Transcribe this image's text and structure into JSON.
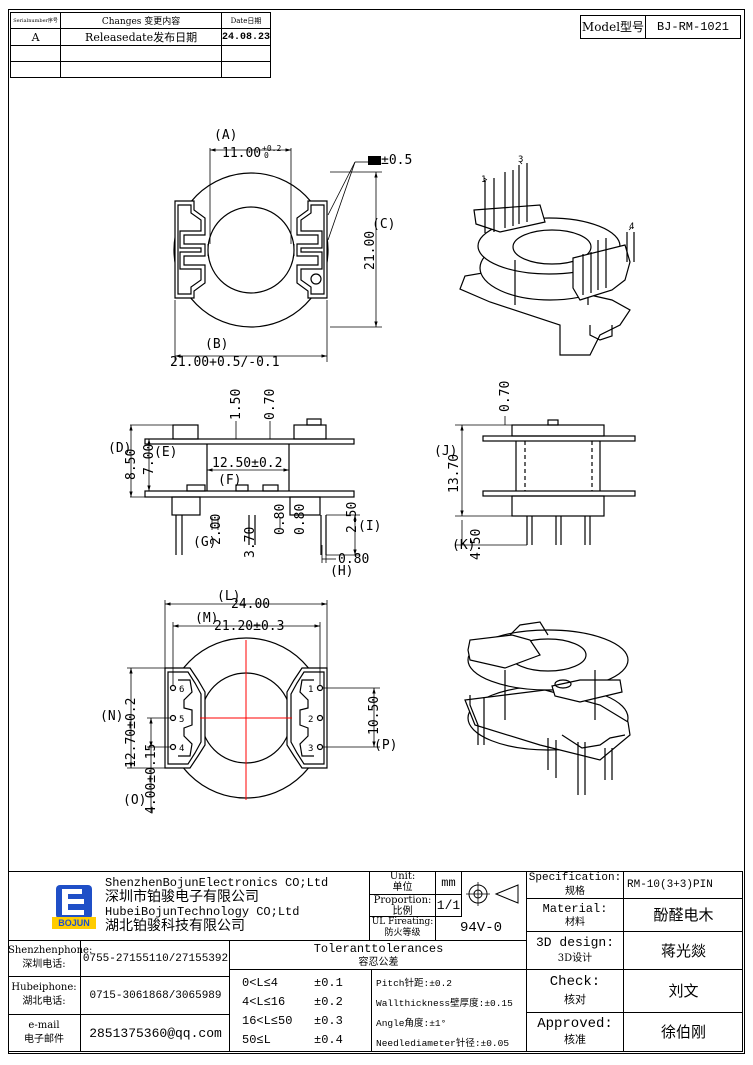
{
  "revision_table": {
    "headers": {
      "serial": "Serialnumber序号",
      "changes": "Changes 变更内容",
      "date": "Date日期"
    },
    "rows": [
      {
        "serial": "A",
        "changes": "Releasedate发布日期",
        "date": "24.08.23"
      }
    ]
  },
  "model": {
    "label": "Model型号",
    "value": "BJ-RM-1021"
  },
  "top_view": {
    "dim_a_label": "(A)",
    "dim_a_value": "11.00",
    "dim_a_tol_upper": "+0.2",
    "dim_a_tol_lower": "0",
    "dim_b_label": "(B)",
    "dim_b_value": "21.00+0.5/-0.1",
    "dim_c_label": "(C)",
    "dim_c_value": "21.00",
    "note_value": "±0.5"
  },
  "side_view": {
    "d_label": "(D)",
    "d_value": "8.50",
    "e_label": "(E)",
    "e_value": "7.00",
    "f_label": "(F)",
    "f_value": "12.50±0.2",
    "g_label": "(G)",
    "g_value": "2.00",
    "h_label": "(H)",
    "h_value": "0.80",
    "i_label": "(I)",
    "i_value": "2.50",
    "v150": "1.50",
    "v070": "0.70",
    "v370": "3.70",
    "v080": "0.80"
  },
  "end_view": {
    "j_label": "(J)",
    "j_value": "13.70",
    "k_label": "(K)",
    "k_value": "4.50",
    "top_value": "0.70"
  },
  "bottom_view": {
    "l_label": "(L)",
    "l_value": "24.00",
    "m_label": "(M)",
    "m_value": "21.20±0.3",
    "n_label": "(N)",
    "n_value": "12.70±0.2",
    "o_label": "(O)",
    "o_value": "4.00±0.15",
    "p_label": "(P)",
    "p_value": "10.50",
    "pins_left": [
      "6",
      "5",
      "4"
    ],
    "pins_right": [
      "1",
      "2",
      "3"
    ]
  },
  "iso_pins": [
    "1",
    "3",
    "4"
  ],
  "company": {
    "name_en": "ShenzhenBojunElectronics CO;Ltd",
    "name_cn": "深圳市铂骏电子有限公司",
    "name2_en": "HubeiBojunTechnology CO;Ltd",
    "name2_cn": "湖北铂骏科技有限公司",
    "logo_text": "BOJUN"
  },
  "unit": {
    "label": "Unit:",
    "label_cn": "单位",
    "value": "mm"
  },
  "proportion": {
    "label": "Proportion:",
    "label_cn": "比例",
    "value": "1/1"
  },
  "ul": {
    "label": "UL Fireating:",
    "label_cn": "防火等级",
    "value": "94V-0"
  },
  "specification": {
    "label": "Specification:",
    "label_cn": "规格",
    "value": "RM-10(3+3)PIN"
  },
  "material": {
    "label": "Material:",
    "label_cn": "材料",
    "value": "酚醛电木"
  },
  "design": {
    "label": "3D design:",
    "label_cn": "3D设计",
    "value": "蒋光燚"
  },
  "check": {
    "label": "Check:",
    "label_cn": "核对",
    "value": "刘文"
  },
  "approved": {
    "label": "Approved:",
    "label_cn": "核准",
    "value": "徐伯刚"
  },
  "contacts": [
    {
      "label": "Shenzhenphone:",
      "label_cn": "深圳电话:",
      "value": "0755-27155110/27155392"
    },
    {
      "label": "Hubeiphone:",
      "label_cn": "湖北电话:",
      "value": "0715-3061868/3065989"
    },
    {
      "label": "e-mail",
      "label_cn": "电子邮件",
      "value": "2851375360@qq.com"
    }
  ],
  "tolerance": {
    "title": "Toleranttolerances",
    "title_cn": "容忍公差",
    "ranges": [
      {
        "range": "0<L≤4",
        "tol": "±0.1"
      },
      {
        "range": "4<L≤16",
        "tol": "±0.2"
      },
      {
        "range": "16<L≤50",
        "tol": "±0.3"
      },
      {
        "range": "50≤L",
        "tol": "±0.4"
      }
    ],
    "notes": [
      "Pitch针距:±0.2",
      "Wallthickness壁厚度:±0.15",
      "Angle角度:±1°",
      "Needlediameter针径:±0.05"
    ]
  }
}
